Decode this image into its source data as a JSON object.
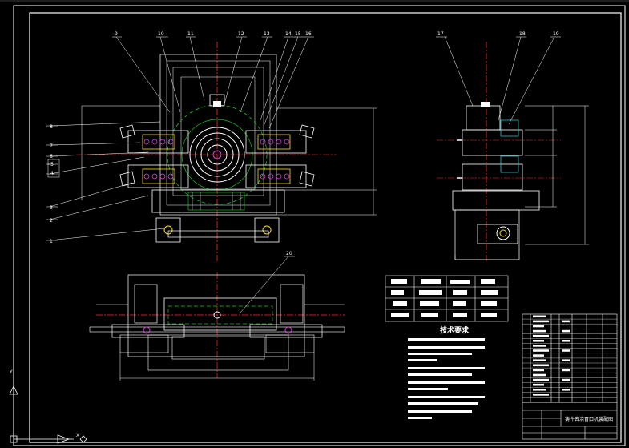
{
  "drawing": {
    "front_view_callouts": [
      "9",
      "10",
      "11",
      "12",
      "13",
      "14",
      "15",
      "16"
    ],
    "left_callouts": [
      "8",
      "7",
      "6",
      "5",
      "4",
      "3",
      "2",
      "1"
    ],
    "side_view_callouts": [
      "17",
      "18",
      "19"
    ],
    "bottom_view_callout": "20",
    "tech_requirements_title": "技术要求",
    "title_block_name": "铸件去浇冒口机装配图",
    "colors": {
      "background": "#000000",
      "outline": "#ffffff",
      "centerline": "#ff2a2a",
      "hidden_green": "#18c418",
      "accent_magenta": "#e040e0",
      "accent_yellow": "#ffe000",
      "accent_cyan": "#33d6e6"
    }
  },
  "ucs": {
    "y_label": "Y",
    "x_label": "X"
  }
}
